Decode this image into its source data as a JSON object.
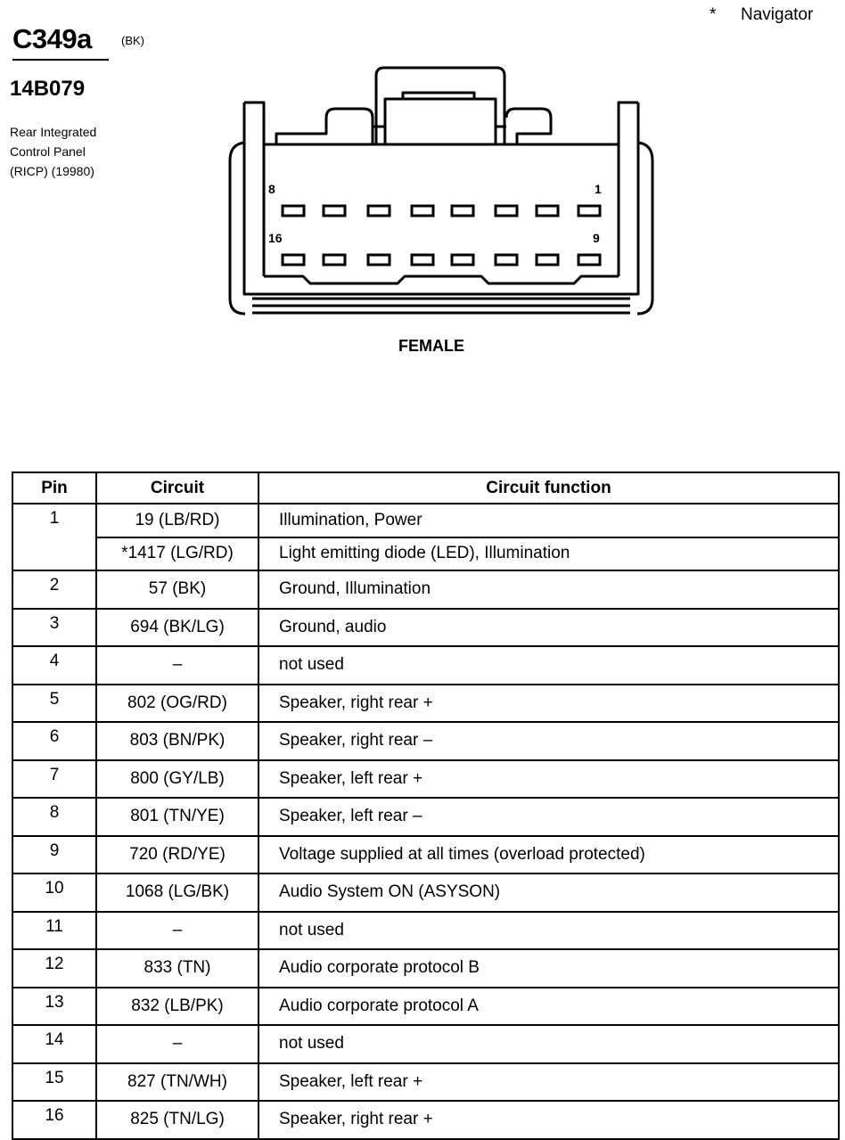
{
  "header": {
    "connector": "C349a",
    "color": "(BK)",
    "part_number": "14B079",
    "description_lines": [
      "Rear Integrated",
      "Control Panel",
      "(RICP) (19980)"
    ],
    "note_symbol": "*",
    "note_text": "Navigator"
  },
  "diagram": {
    "pin_labels": {
      "top_left": "8",
      "top_right": "1",
      "bottom_left": "16",
      "bottom_right": "9"
    },
    "gender": "FEMALE"
  },
  "table": {
    "headers": [
      "Pin",
      "Circuit",
      "Circuit function"
    ],
    "rows": [
      {
        "pin": "1",
        "circuit": "19 (LB/RD)",
        "function": "Illumination, Power"
      },
      {
        "pin": "",
        "circuit": "*1417 (LG/RD)",
        "function": "Light emitting diode (LED), Illumination"
      },
      {
        "pin": "2",
        "circuit": "57 (BK)",
        "function": "Ground, Illumination"
      },
      {
        "pin": "3",
        "circuit": "694 (BK/LG)",
        "function": "Ground, audio"
      },
      {
        "pin": "4",
        "circuit": "–",
        "function": "not used"
      },
      {
        "pin": "5",
        "circuit": "802 (OG/RD)",
        "function": "Speaker, right rear  +"
      },
      {
        "pin": "6",
        "circuit": "803 (BN/PK)",
        "function": "Speaker, right rear  –"
      },
      {
        "pin": "7",
        "circuit": "800 (GY/LB)",
        "function": "Speaker, left rear  +"
      },
      {
        "pin": "8",
        "circuit": "801 (TN/YE)",
        "function": "Speaker, left rear  –"
      },
      {
        "pin": "9",
        "circuit": "720 (RD/YE)",
        "function": "Voltage supplied at all times (overload protected)"
      },
      {
        "pin": "10",
        "circuit": "1068 (LG/BK)",
        "function": "Audio System ON (ASYSON)"
      },
      {
        "pin": "11",
        "circuit": "–",
        "function": "not used"
      },
      {
        "pin": "12",
        "circuit": "833 (TN)",
        "function": "Audio corporate protocol B"
      },
      {
        "pin": "13",
        "circuit": "832 (LB/PK)",
        "function": "Audio corporate protocol A"
      },
      {
        "pin": "14",
        "circuit": "–",
        "function": "not used"
      },
      {
        "pin": "15",
        "circuit": "827 (TN/WH)",
        "function": "Speaker, left rear  +"
      },
      {
        "pin": "16",
        "circuit": "825 (TN/LG)",
        "function": "Speaker, right rear  +"
      }
    ]
  }
}
